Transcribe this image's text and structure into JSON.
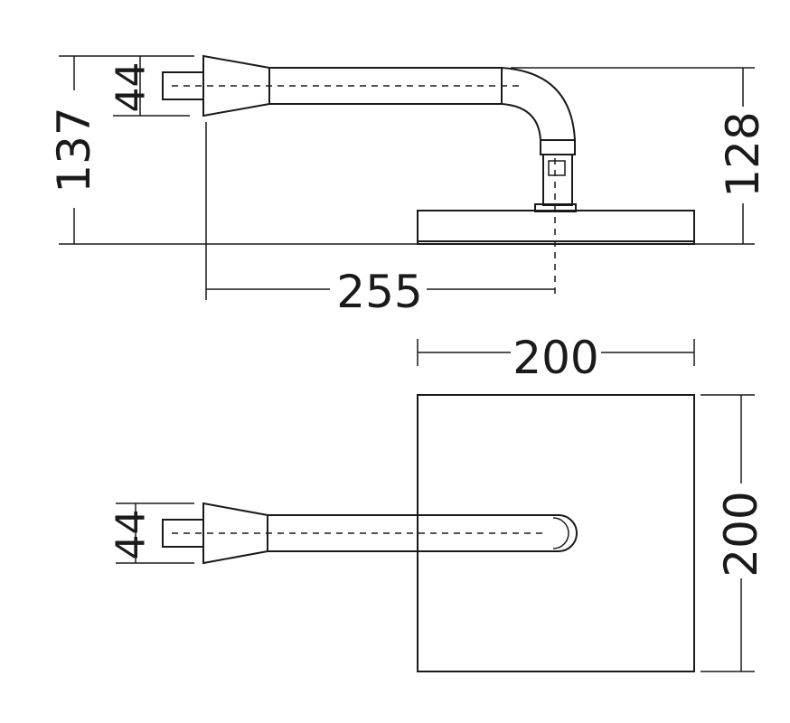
{
  "side_view": {
    "dim_total_height": "137",
    "dim_inlet": "44",
    "dim_head_height": "128",
    "dim_projection": "255"
  },
  "top_view": {
    "dim_width": "200",
    "dim_depth": "200",
    "dim_inlet": "44"
  }
}
